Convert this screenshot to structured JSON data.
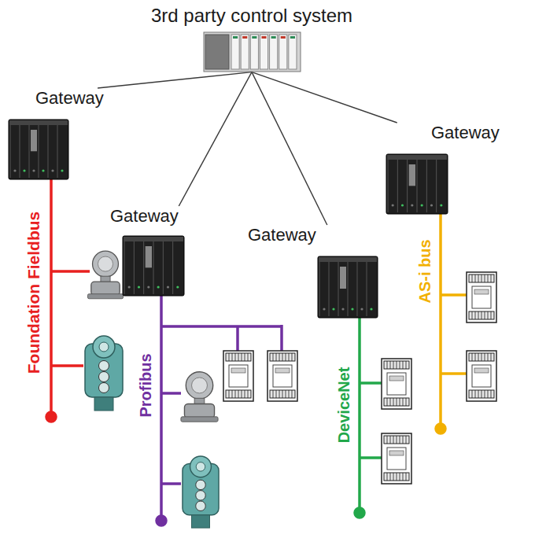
{
  "diagram": {
    "nodes": [
      {
        "text": [
          "3rd party control system"
        ]
      },
      {
        "text": [
          "Gateway"
        ]
      },
      {
        "text": [
          "Gateway"
        ]
      },
      {
        "text": [
          "Gateway"
        ]
      },
      {
        "text": [
          "Gateway"
        ]
      }
    ],
    "edges": [
      {
        "from": 0,
        "to": 1,
        "arrow": "none"
      },
      {
        "from": 0,
        "to": 2,
        "arrow": "none"
      },
      {
        "from": 0,
        "to": 3,
        "arrow": "none"
      },
      {
        "from": 0,
        "to": 4,
        "arrow": "none"
      }
    ],
    "labels": [
      "Foundation Fieldbus",
      "Profibus",
      "DeviceNet",
      "AS-i bus"
    ]
  }
}
